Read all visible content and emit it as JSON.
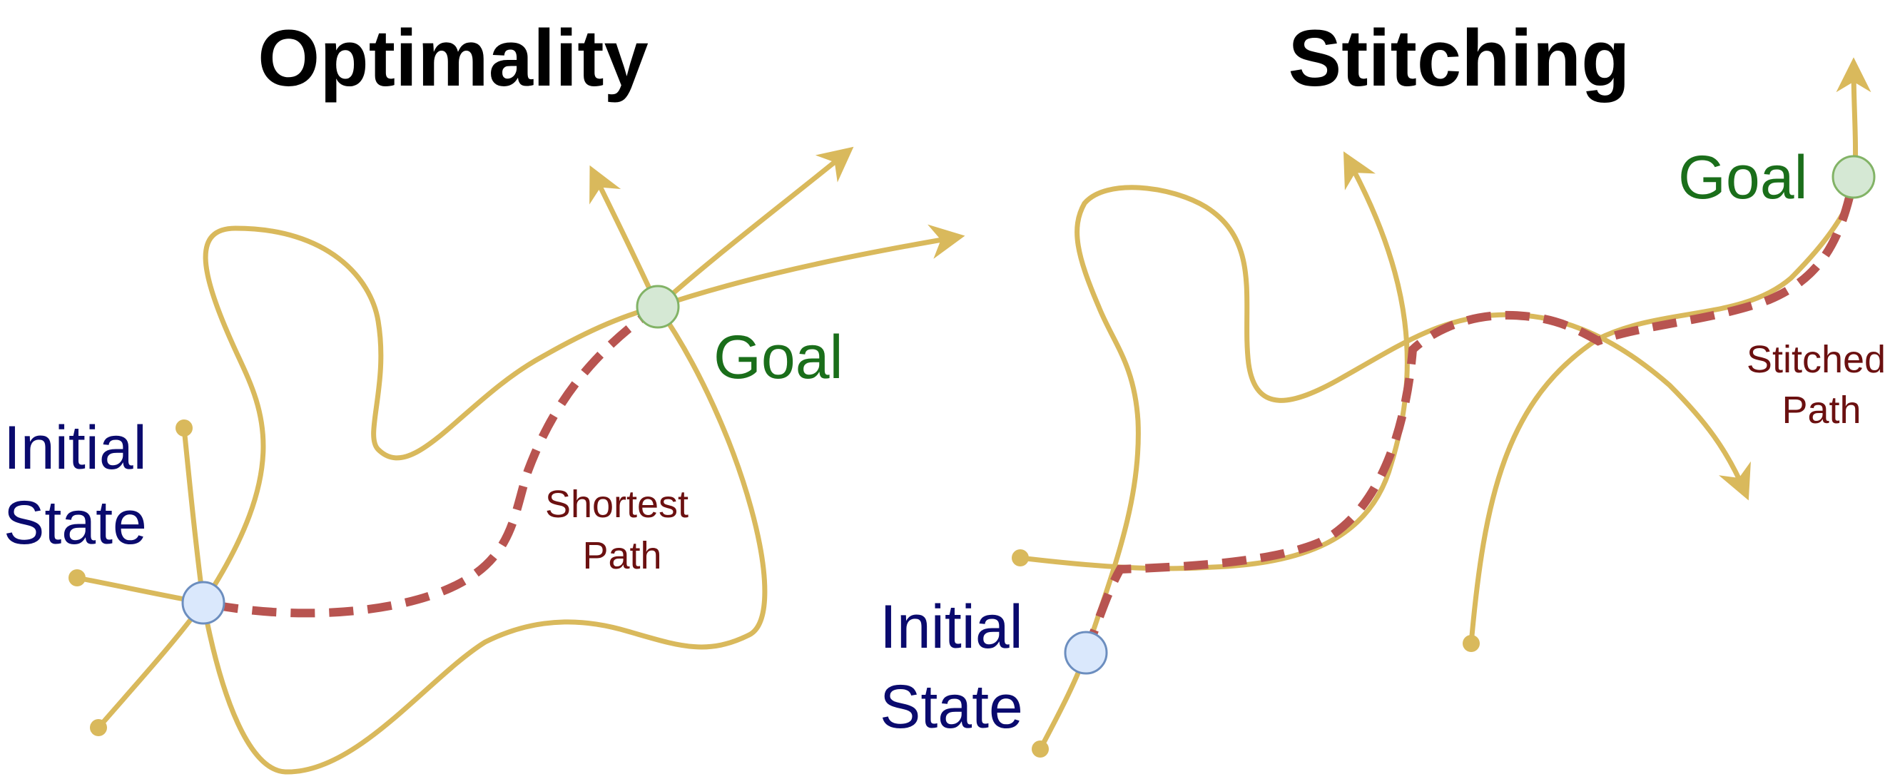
{
  "panels": {
    "optimality": {
      "title": "Optimality",
      "initial_label": [
        "Initial",
        "State"
      ],
      "goal_label": "Goal",
      "path_label": [
        "Shortest",
        "Path"
      ]
    },
    "stitching": {
      "title": "Stitching",
      "initial_label": [
        "Initial",
        "State"
      ],
      "goal_label": "Goal",
      "path_label": [
        "Stitched",
        "Path"
      ]
    }
  },
  "colors": {
    "trajectory": "#d9b95c",
    "dashed_path": "#b85450",
    "initial_fill": "#dae8fc",
    "initial_stroke": "#6c8ebf",
    "goal_fill": "#d5e8d4",
    "goal_stroke": "#82b366",
    "initial_text": "#0a0a6e",
    "goal_text": "#1a6e1a",
    "path_text": "#6b1010"
  }
}
